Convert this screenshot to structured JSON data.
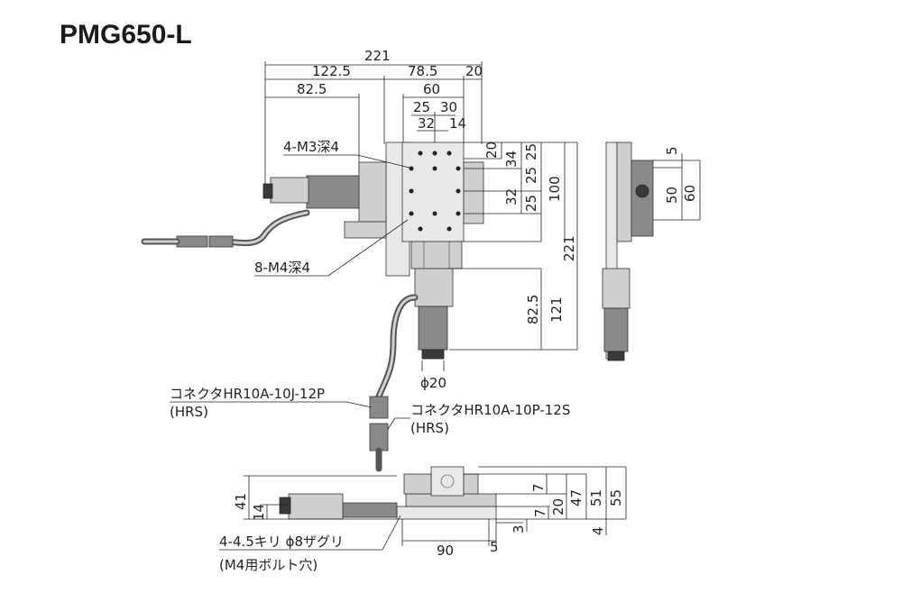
{
  "title": "PMG650-L",
  "top_view": {
    "dims": {
      "d221_top": "221",
      "d122_5": "122.5",
      "d78_5": "78.5",
      "d20_top": "20",
      "d82_5_top": "82.5",
      "d60_top": "60",
      "d25_a": "25",
      "d30_a": "30",
      "d32_a": "32",
      "d14_a": "14",
      "d20_r": "20",
      "d34_r": "34",
      "d25_r1": "25",
      "d25_r2": "25",
      "d32_r": "32",
      "d25_r3": "25",
      "d100_r": "100",
      "d221_r": "221",
      "d82_5_r": "82.5",
      "d121_r": "121",
      "phi20": "ϕ20"
    },
    "labels": {
      "m3": "4-M3深4",
      "m4": "8-M4深4",
      "connector_j": "コネクタHR10A-10J-12P",
      "connector_j_maker": "(HRS)",
      "connector_p": "コネクタHR10A-10P-12S",
      "connector_p_maker": "(HRS)"
    }
  },
  "side_view": {
    "dims": {
      "d5": "5",
      "d50": "50",
      "d60": "60"
    }
  },
  "front_view": {
    "dims": {
      "d41": "41",
      "d14": "14",
      "d7_a": "7",
      "d47": "47",
      "d51": "51",
      "d55": "55",
      "d7_b": "7",
      "d20": "20",
      "d3": "3",
      "d4": "4",
      "d90": "90",
      "d5": "5"
    },
    "labels": {
      "holes": "4-4.5キリ ϕ8ザグリ",
      "bolt": "(M4用ボルト穴)"
    }
  }
}
